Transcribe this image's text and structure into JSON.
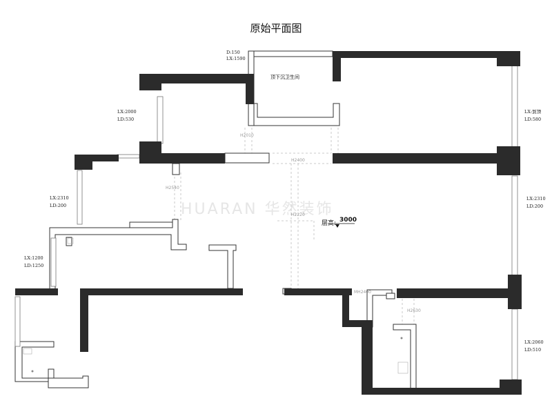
{
  "title": "原始平面图",
  "watermark": "HUARAN 华然装饰",
  "window_labels": {
    "top_room_d": "D:150",
    "top_room_lx": "LX:1590",
    "left_upper_lx": "LX:2000",
    "left_upper_ld": "LD:530",
    "left_mid_lx": "LX:2310",
    "left_mid_ld": "LD:200",
    "left_low_lx": "LX:1200",
    "left_low_ld": "LD:1250",
    "right_top_lx": "LX:到顶",
    "right_top_ld": "LD:580",
    "right_mid_lx": "LX:2310",
    "right_mid_ld": "LD:200",
    "right_low_lx": "LX:2060",
    "right_low_ld": "LD:510"
  },
  "room_note": "顶下沉卫生间",
  "heights": {
    "h2010": "H2010",
    "h2400": "H2400",
    "h2540": "H2540",
    "h2220": "H2220",
    "mh2400": "MH2400",
    "h2630": "H2630"
  },
  "ceiling": {
    "label": "层高:",
    "value": "3000"
  }
}
